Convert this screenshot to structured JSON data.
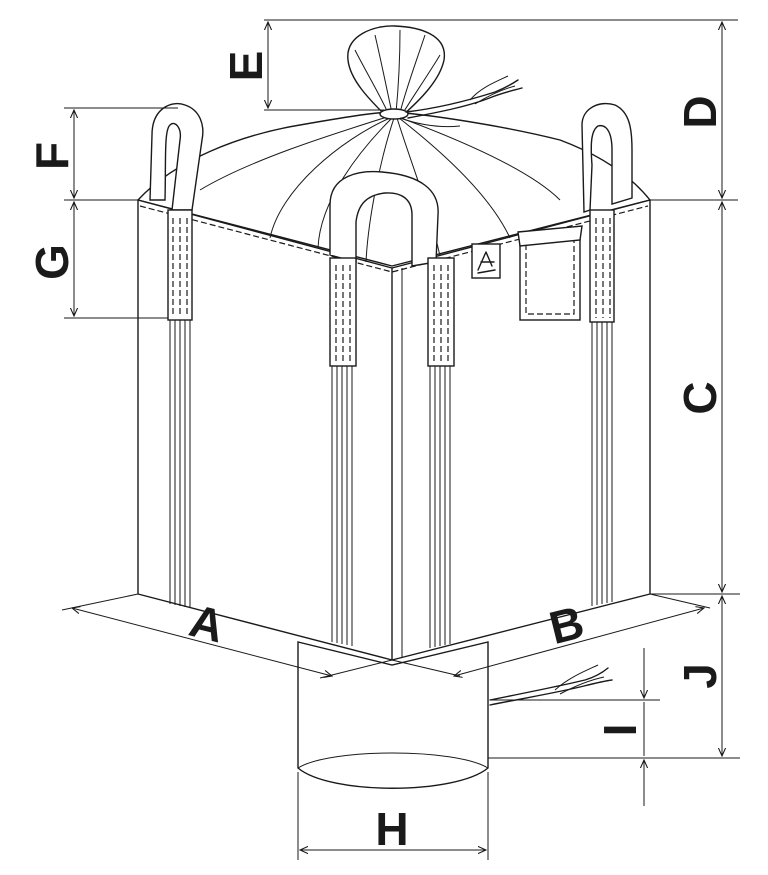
{
  "dimensions": {
    "A": "A",
    "B": "B",
    "C": "C",
    "D": "D",
    "E": "E",
    "F": "F",
    "G": "G",
    "H": "H",
    "I": "I",
    "J": "J"
  }
}
